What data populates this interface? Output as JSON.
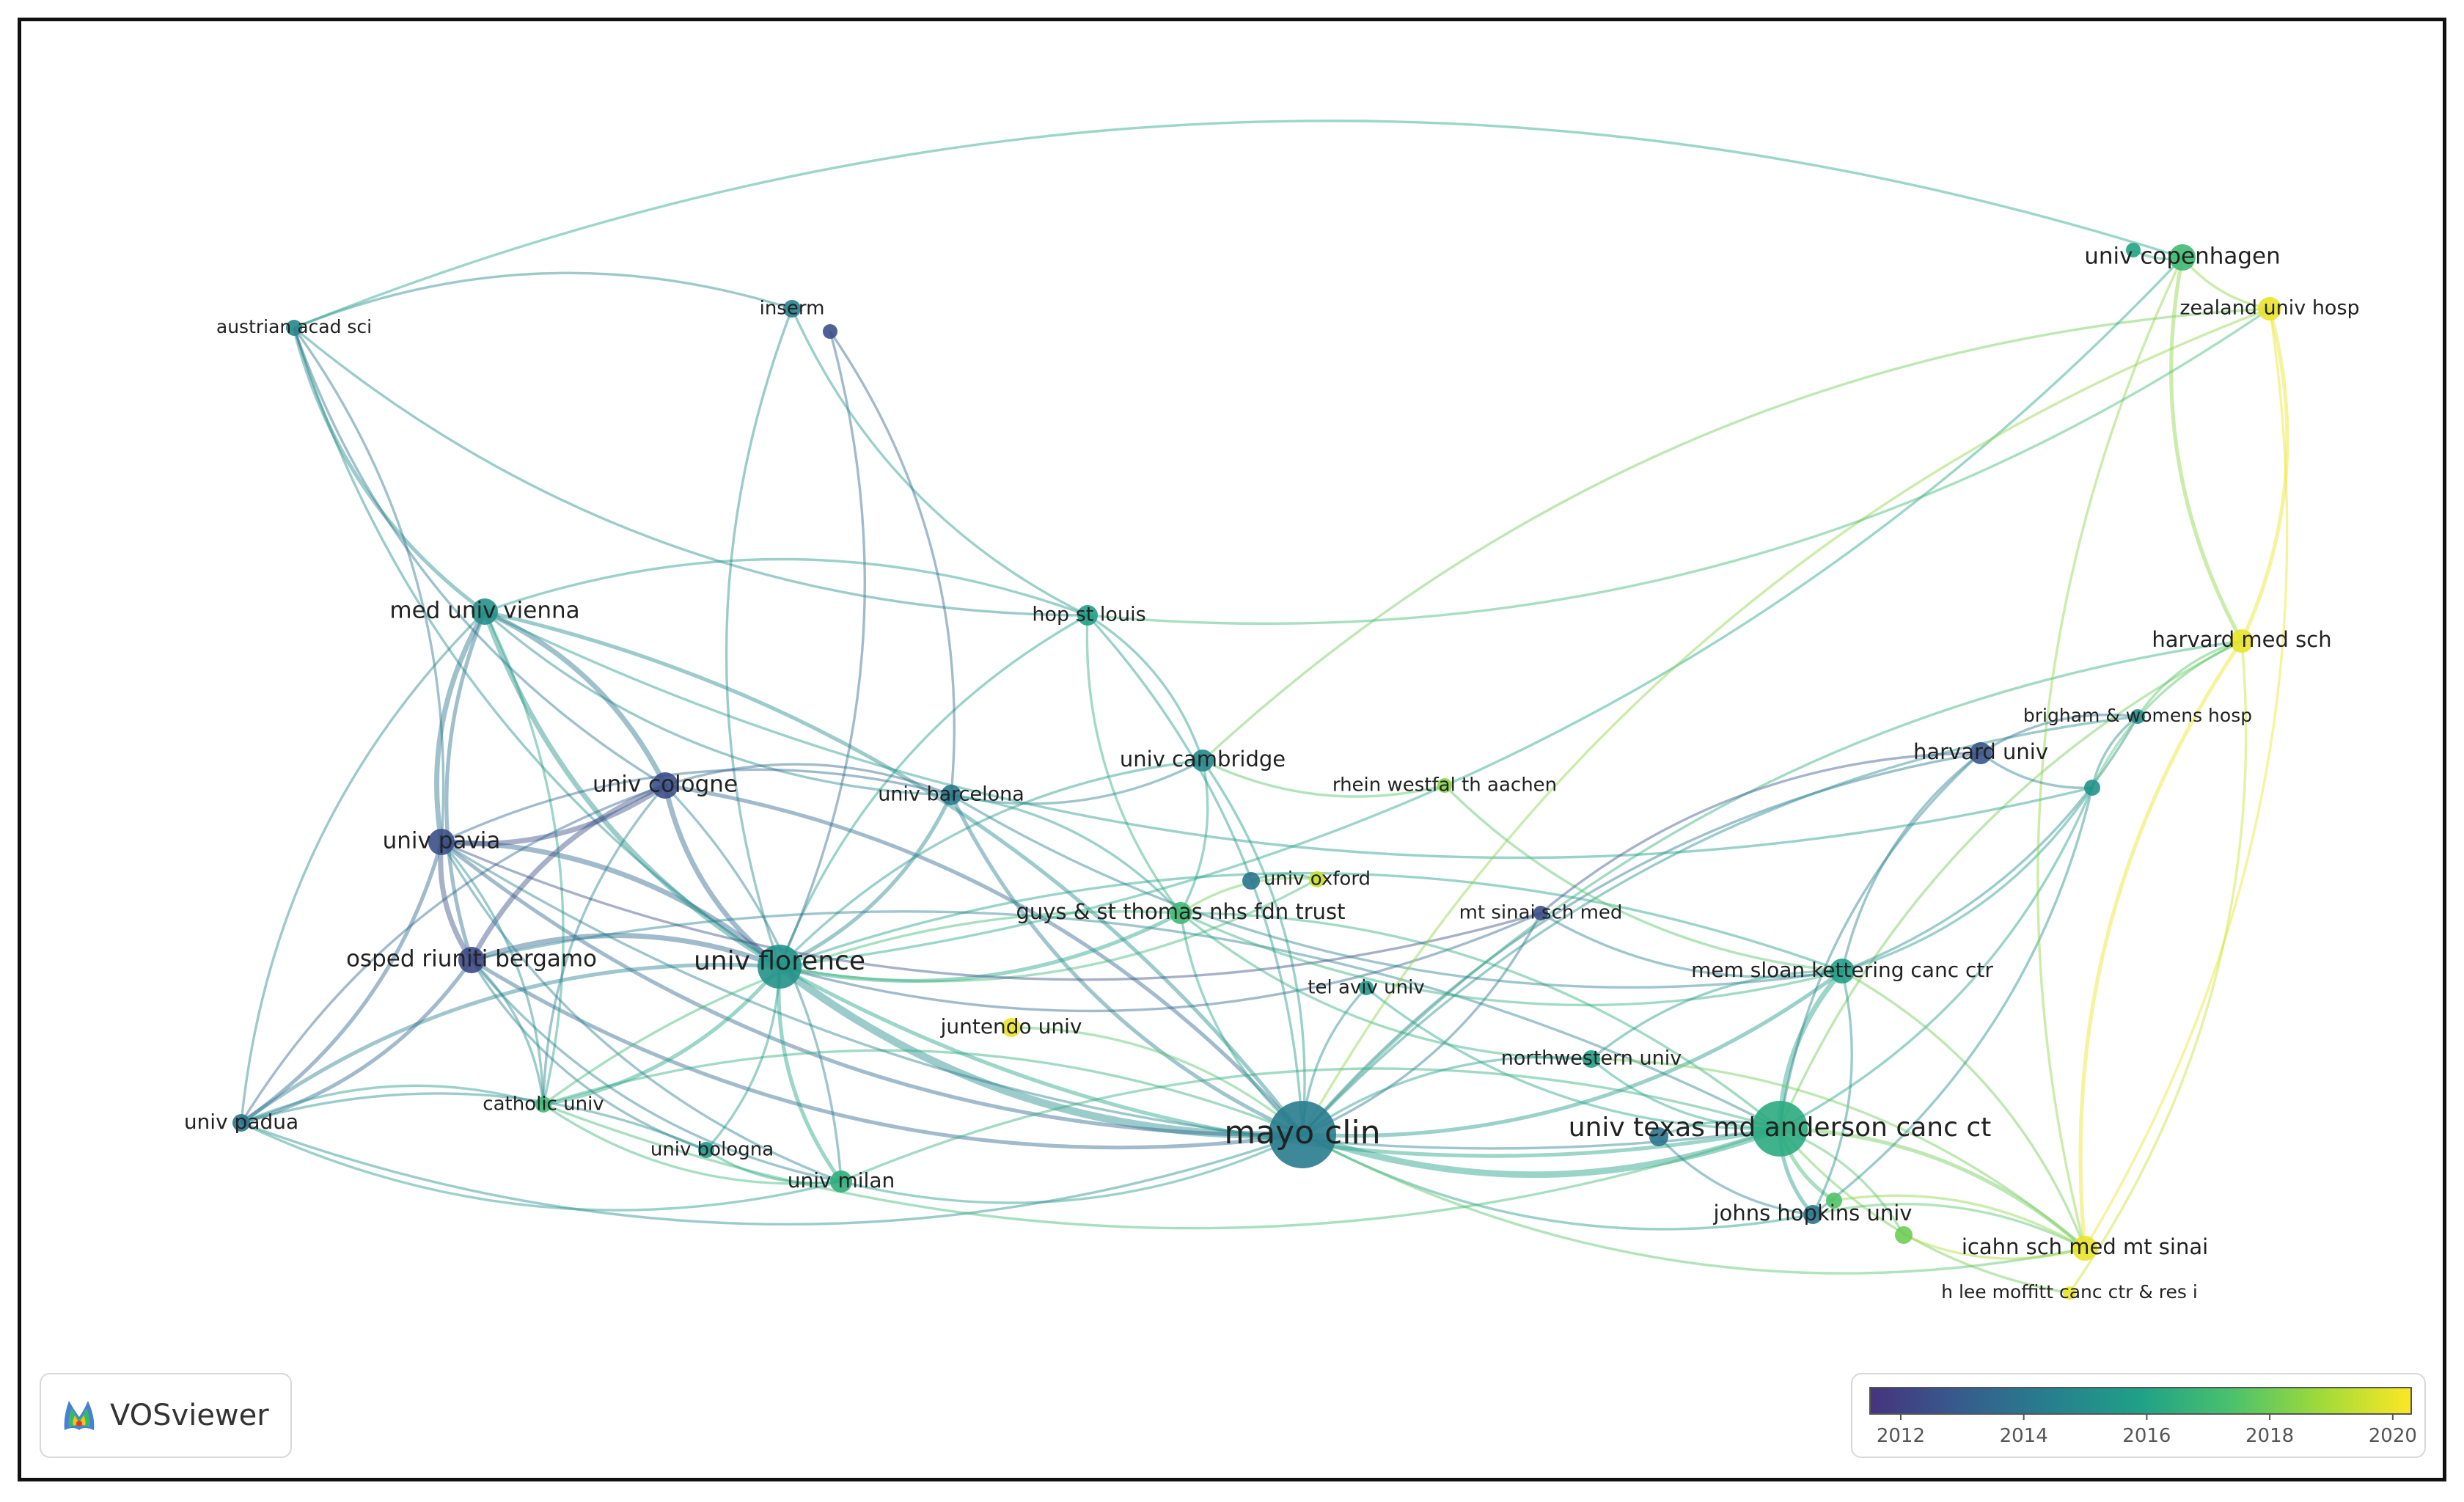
{
  "app": "VOSviewer",
  "logo": {
    "label": "VOSviewer",
    "icon": "vosviewer-logo-icon"
  },
  "legend": {
    "ticks": [
      "2012",
      "2014",
      "2016",
      "2018",
      "2020"
    ],
    "tick_values": [
      2012,
      2014,
      2016,
      2018,
      2020
    ],
    "range": [
      2011.5,
      2020.3
    ],
    "colors": [
      "#46337e",
      "#365c8d",
      "#277f8e",
      "#1fa187",
      "#4ac16d",
      "#a0da39",
      "#fde725"
    ]
  },
  "nodes": [
    {
      "label": "mayo clin",
      "year": 2014.3,
      "weight": 10
    },
    {
      "label": "univ florence",
      "year": 2015.3,
      "weight": 5
    },
    {
      "label": "univ texas md anderson canc ct",
      "year": 2016.3,
      "weight": 5
    },
    {
      "label": "med univ vienna",
      "year": 2015.2,
      "weight": 3
    },
    {
      "label": "univ cologne",
      "year": 2012.5,
      "weight": 3
    },
    {
      "label": "univ pavia",
      "year": 2012.5,
      "weight": 3
    },
    {
      "label": "osped riuniti bergamo",
      "year": 2012.3,
      "weight": 3
    },
    {
      "label": "univ padua",
      "year": 2014.0,
      "weight": 2
    },
    {
      "label": "catholic univ",
      "year": 2017.0,
      "weight": 1
    },
    {
      "label": "univ bologna",
      "year": 2015.5,
      "weight": 1
    },
    {
      "label": "univ milan",
      "year": 2016.5,
      "weight": 2
    },
    {
      "label": "austrian acad sci",
      "year": 2014.8,
      "weight": 1
    },
    {
      "label": "inserm",
      "year": 2014.5,
      "weight": 2
    },
    {
      "label": "",
      "year": 2012.5,
      "weight": 2
    },
    {
      "label": "hop st louis",
      "year": 2015.8,
      "weight": 2
    },
    {
      "label": "univ barcelona",
      "year": 2014.2,
      "weight": 2
    },
    {
      "label": "univ cambridge",
      "year": 2014.8,
      "weight": 3
    },
    {
      "label": "guys & st thomas nhs fdn trust",
      "year": 2017.0,
      "weight": 3
    },
    {
      "label": "juntendo univ",
      "year": 2020.0,
      "weight": 2
    },
    {
      "label": "",
      "year": 2014.0,
      "weight": 2
    },
    {
      "label": "univ oxford",
      "year": 2019.5,
      "weight": 1
    },
    {
      "label": "rhein westfal th aachen",
      "year": 2018.5,
      "weight": 1
    },
    {
      "label": "mt sinai sch med",
      "year": 2012.5,
      "weight": 1
    },
    {
      "label": "tel aviv univ",
      "year": 2015.5,
      "weight": 1
    },
    {
      "label": "mem sloan kettering canc ctr",
      "year": 2015.8,
      "weight": 3
    },
    {
      "label": "northwestern univ",
      "year": 2015.8,
      "weight": 1
    },
    {
      "label": "",
      "year": 2014.0,
      "weight": 2
    },
    {
      "label": "johns hopkins univ",
      "year": 2014.0,
      "weight": 2
    },
    {
      "label": "",
      "year": 2017.5,
      "weight": 2
    },
    {
      "label": "",
      "year": 2018.0,
      "weight": 2
    },
    {
      "label": "icahn sch med mt sinai",
      "year": 2020.0,
      "weight": 3
    },
    {
      "label": "h lee moffitt canc ctr & res i",
      "year": 2020.0,
      "weight": 1
    },
    {
      "label": "harvard univ",
      "year": 2012.7,
      "weight": 2
    },
    {
      "label": "brigham & womens hosp",
      "year": 2015.0,
      "weight": 1
    },
    {
      "label": "",
      "year": 2015.3,
      "weight": 2
    },
    {
      "label": "harvard med sch",
      "year": 2020.0,
      "weight": 3
    },
    {
      "label": "univ copenhagen",
      "year": 2017.0,
      "weight": 3
    },
    {
      "label": "",
      "year": 2016.0,
      "weight": 2
    },
    {
      "label": "zealand univ hosp",
      "year": 2020.0,
      "weight": 2
    }
  ],
  "links": [
    [
      0,
      1,
      2015.0,
      5
    ],
    [
      0,
      2,
      2015.8,
      4
    ],
    [
      0,
      5,
      2013.5,
      2
    ],
    [
      0,
      4,
      2013.5,
      2
    ],
    [
      0,
      6,
      2013.5,
      2
    ],
    [
      0,
      3,
      2015.0,
      2
    ],
    [
      0,
      15,
      2014.5,
      2
    ],
    [
      0,
      16,
      2015.5,
      1
    ],
    [
      0,
      17,
      2016.0,
      1
    ],
    [
      0,
      24,
      2015.5,
      2
    ],
    [
      0,
      32,
      2014.0,
      1
    ],
    [
      0,
      27,
      2015.5,
      1
    ],
    [
      0,
      10,
      2015.5,
      1
    ],
    [
      0,
      8,
      2016.5,
      1
    ],
    [
      0,
      7,
      2015.0,
      1
    ],
    [
      0,
      30,
      2017.5,
      1
    ],
    [
      0,
      35,
      2016.5,
      1
    ],
    [
      0,
      22,
      2014.0,
      1
    ],
    [
      0,
      23,
      2015.0,
      1
    ],
    [
      0,
      18,
      2017.5,
      1
    ],
    [
      0,
      25,
      2015.5,
      1
    ],
    [
      0,
      14,
      2015.5,
      1
    ],
    [
      0,
      33,
      2015.0,
      1
    ],
    [
      1,
      5,
      2013.5,
      3
    ],
    [
      1,
      4,
      2013.5,
      3
    ],
    [
      1,
      6,
      2013.5,
      3
    ],
    [
      1,
      3,
      2015.2,
      3
    ],
    [
      1,
      7,
      2014.5,
      2
    ],
    [
      1,
      8,
      2016.0,
      2
    ],
    [
      1,
      10,
      2016.0,
      2
    ],
    [
      1,
      9,
      2015.5,
      1
    ],
    [
      1,
      15,
      2014.8,
      2
    ],
    [
      1,
      16,
      2015.5,
      1
    ],
    [
      1,
      17,
      2016.0,
      2
    ],
    [
      1,
      14,
      2015.8,
      1
    ],
    [
      1,
      2,
      2016.0,
      2
    ],
    [
      1,
      24,
      2015.8,
      1
    ],
    [
      1,
      13,
      2013.5,
      1
    ],
    [
      1,
      11,
      2015.0,
      1
    ],
    [
      1,
      22,
      2013.5,
      1
    ],
    [
      1,
      12,
      2015.0,
      1
    ],
    [
      1,
      20,
      2017.0,
      1
    ],
    [
      2,
      24,
      2016.0,
      3
    ],
    [
      2,
      27,
      2015.5,
      2
    ],
    [
      2,
      30,
      2018.0,
      2
    ],
    [
      2,
      31,
      2018.0,
      1
    ],
    [
      2,
      25,
      2016.0,
      1
    ],
    [
      2,
      28,
      2017.0,
      2
    ],
    [
      2,
      29,
      2017.5,
      1
    ],
    [
      2,
      26,
      2015.5,
      1
    ],
    [
      2,
      32,
      2014.5,
      1
    ],
    [
      2,
      34,
      2015.8,
      1
    ],
    [
      2,
      35,
      2018.0,
      1
    ],
    [
      2,
      6,
      2014.5,
      1
    ],
    [
      2,
      5,
      2014.5,
      1
    ],
    [
      2,
      17,
      2016.5,
      1
    ],
    [
      2,
      23,
      2016.0,
      1
    ],
    [
      2,
      10,
      2016.5,
      1
    ],
    [
      2,
      8,
      2017.0,
      1
    ],
    [
      3,
      5,
      2014.0,
      3
    ],
    [
      3,
      4,
      2014.0,
      3
    ],
    [
      3,
      6,
      2013.8,
      2
    ],
    [
      3,
      11,
      2015.0,
      2
    ],
    [
      3,
      7,
      2014.8,
      1
    ],
    [
      3,
      14,
      2015.5,
      1
    ],
    [
      3,
      15,
      2014.8,
      1
    ],
    [
      3,
      8,
      2016.0,
      1
    ],
    [
      3,
      34,
      2015.5,
      1
    ],
    [
      4,
      5,
      2012.5,
      3
    ],
    [
      4,
      6,
      2012.5,
      3
    ],
    [
      4,
      15,
      2013.5,
      1
    ],
    [
      4,
      7,
      2013.5,
      1
    ],
    [
      4,
      10,
      2014.5,
      1
    ],
    [
      4,
      8,
      2014.5,
      1
    ],
    [
      4,
      11,
      2014.0,
      1
    ],
    [
      5,
      6,
      2012.5,
      3
    ],
    [
      5,
      7,
      2013.5,
      2
    ],
    [
      5,
      11,
      2014.0,
      1
    ],
    [
      5,
      8,
      2015.0,
      1
    ],
    [
      5,
      10,
      2014.5,
      1
    ],
    [
      5,
      15,
      2013.5,
      1
    ],
    [
      5,
      22,
      2012.5,
      1
    ],
    [
      6,
      7,
      2013.5,
      2
    ],
    [
      6,
      10,
      2014.5,
      1
    ],
    [
      6,
      8,
      2015.0,
      1
    ],
    [
      6,
      9,
      2014.5,
      1
    ],
    [
      7,
      8,
      2015.5,
      1
    ],
    [
      7,
      10,
      2015.5,
      1
    ],
    [
      7,
      9,
      2015.0,
      1
    ],
    [
      8,
      10,
      2016.8,
      1
    ],
    [
      8,
      17,
      2017.0,
      1
    ],
    [
      9,
      10,
      2016.0,
      1
    ],
    [
      11,
      12,
      2014.8,
      1
    ],
    [
      11,
      14,
      2015.0,
      1
    ],
    [
      11,
      36,
      2016.0,
      1
    ],
    [
      12,
      14,
      2015.5,
      1
    ],
    [
      13,
      15,
      2013.5,
      1
    ],
    [
      14,
      17,
      2016.5,
      1
    ],
    [
      14,
      16,
      2015.5,
      1
    ],
    [
      15,
      16,
      2014.5,
      1
    ],
    [
      15,
      17,
      2015.5,
      1
    ],
    [
      15,
      24,
      2014.5,
      1
    ],
    [
      16,
      17,
      2016.0,
      1
    ],
    [
      16,
      21,
      2017.5,
      1
    ],
    [
      16,
      38,
      2018.0,
      1
    ],
    [
      17,
      24,
      2016.5,
      1
    ],
    [
      17,
      20,
      2018.0,
      1
    ],
    [
      17,
      25,
      2016.5,
      1
    ],
    [
      19,
      20,
      2016.5,
      1
    ],
    [
      21,
      24,
      2017.5,
      1
    ],
    [
      22,
      32,
      2012.8,
      1
    ],
    [
      22,
      24,
      2014.5,
      1
    ],
    [
      24,
      32,
      2014.5,
      1
    ],
    [
      24,
      34,
      2015.5,
      1
    ],
    [
      24,
      30,
      2018.0,
      1
    ],
    [
      24,
      25,
      2015.5,
      1
    ],
    [
      24,
      27,
      2015.0,
      1
    ],
    [
      24,
      33,
      2015.0,
      1
    ],
    [
      25,
      30,
      2018.0,
      1
    ],
    [
      26,
      27,
      2014.5,
      1
    ],
    [
      27,
      30,
      2017.5,
      1
    ],
    [
      27,
      34,
      2015.0,
      1
    ],
    [
      28,
      30,
      2018.5,
      1
    ],
    [
      29,
      30,
      2019.0,
      1
    ],
    [
      30,
      35,
      2020.0,
      2
    ],
    [
      30,
      38,
      2020.0,
      1
    ],
    [
      30,
      36,
      2018.5,
      1
    ],
    [
      31,
      35,
      2019.5,
      1
    ],
    [
      32,
      33,
      2014.0,
      1
    ],
    [
      32,
      34,
      2014.5,
      1
    ],
    [
      33,
      35,
      2017.5,
      1
    ],
    [
      33,
      34,
      2015.0,
      1
    ],
    [
      34,
      35,
      2017.5,
      1
    ],
    [
      35,
      38,
      2020.0,
      2
    ],
    [
      35,
      36,
      2018.5,
      2
    ],
    [
      36,
      38,
      2018.5,
      1
    ],
    [
      36,
      37,
      2016.5,
      1
    ],
    [
      1,
      36,
      2016.0,
      1
    ],
    [
      0,
      38,
      2018.5,
      1
    ],
    [
      14,
      38,
      2017.0,
      1
    ]
  ]
}
